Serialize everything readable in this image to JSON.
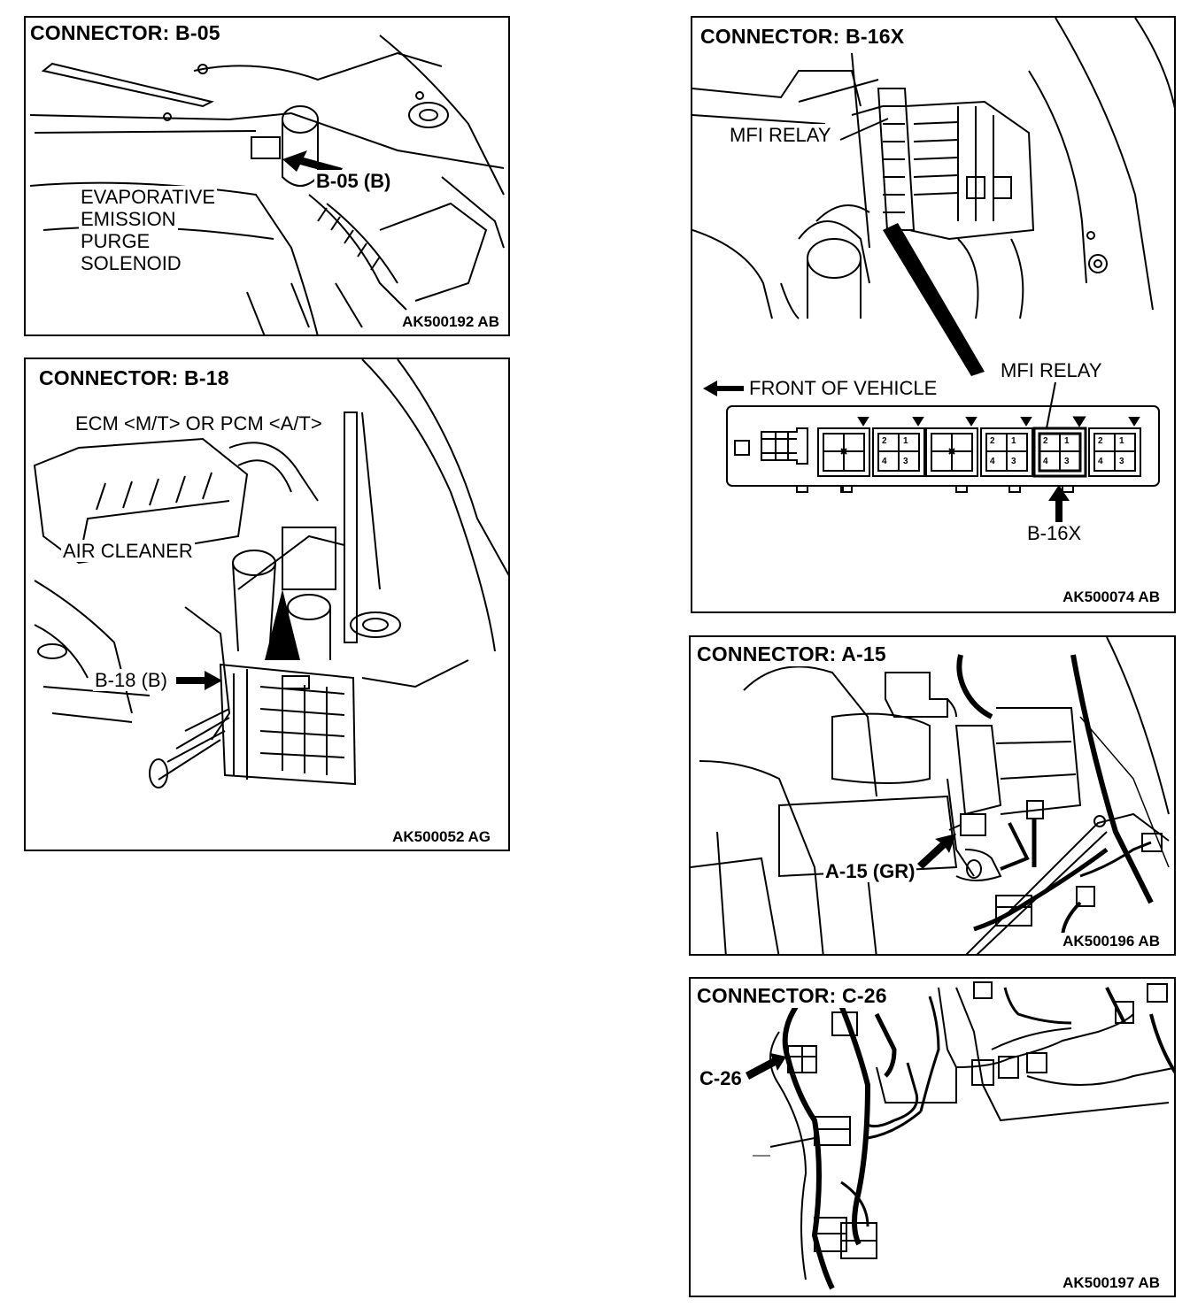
{
  "panels": {
    "b05": {
      "title": "CONNECTOR: B-05",
      "code": "AK500192 AB",
      "callout": "B-05 (B)",
      "component_lines": [
        "EVAPORATIVE",
        "EMISSION",
        "PURGE",
        "SOLENOID"
      ]
    },
    "b18": {
      "title": "CONNECTOR: B-18",
      "code": "AK500052 AG",
      "ecm_label": "ECM <M/T> OR PCM <A/T>",
      "air_cleaner": "AIR CLEANER",
      "callout": "B-18 (B)"
    },
    "b16x": {
      "title": "CONNECTOR: B-16X",
      "code": "AK500074 AB",
      "relay_top": "MFI RELAY",
      "relay_bottom": "MFI RELAY",
      "front": "FRONT OF VEHICLE",
      "callout": "B-16X",
      "pins": [
        "2",
        "1",
        "4",
        "3"
      ]
    },
    "a15": {
      "title": "CONNECTOR: A-15",
      "code": "AK500196 AB",
      "callout": "A-15 (GR)"
    },
    "c26": {
      "title": "CONNECTOR: C-26",
      "code": "AK500197 AB",
      "callout": "C-26"
    }
  }
}
